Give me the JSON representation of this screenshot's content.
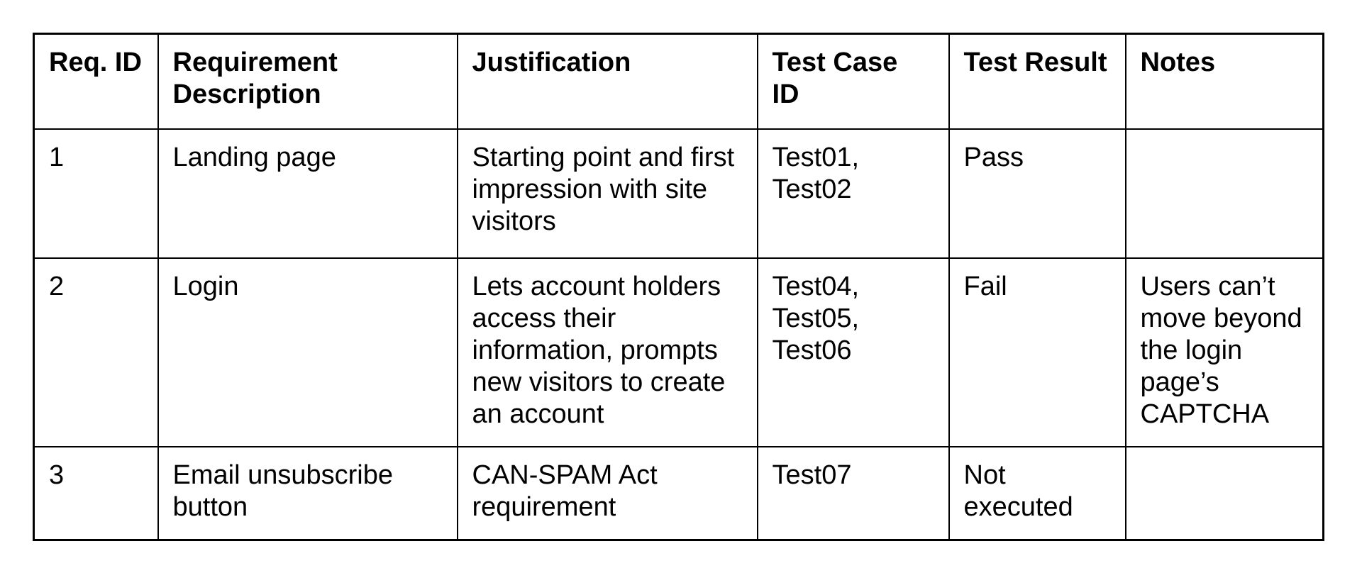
{
  "table": {
    "columns": [
      {
        "label": "Req. ID"
      },
      {
        "label": "Requirement\nDescription"
      },
      {
        "label": "Justification"
      },
      {
        "label": "Test Case\nID"
      },
      {
        "label": "Test Result"
      },
      {
        "label": "Notes"
      }
    ],
    "rows": [
      {
        "req_id": "1",
        "description": "Landing page",
        "justification": "Starting point and first\nimpression with site\nvisitors",
        "test_case_id": "Test01,\nTest02",
        "test_result": "Pass",
        "notes": ""
      },
      {
        "req_id": "2",
        "description": "Login",
        "justification": "Lets account holders\naccess their\ninformation, prompts\nnew visitors to create\nan account",
        "test_case_id": "Test04,\nTest05,\nTest06",
        "test_result": "Fail",
        "notes": "Users can’t\nmove beyond\nthe login\npage’s\nCAPTCHA"
      },
      {
        "req_id": "3",
        "description": "Email unsubscribe\nbutton",
        "justification": "CAN-SPAM Act\nrequirement",
        "test_case_id": "Test07",
        "test_result": "Not\nexecuted",
        "notes": ""
      }
    ],
    "colors": {
      "border": "#000000",
      "text": "#000000",
      "background": "#ffffff"
    }
  }
}
